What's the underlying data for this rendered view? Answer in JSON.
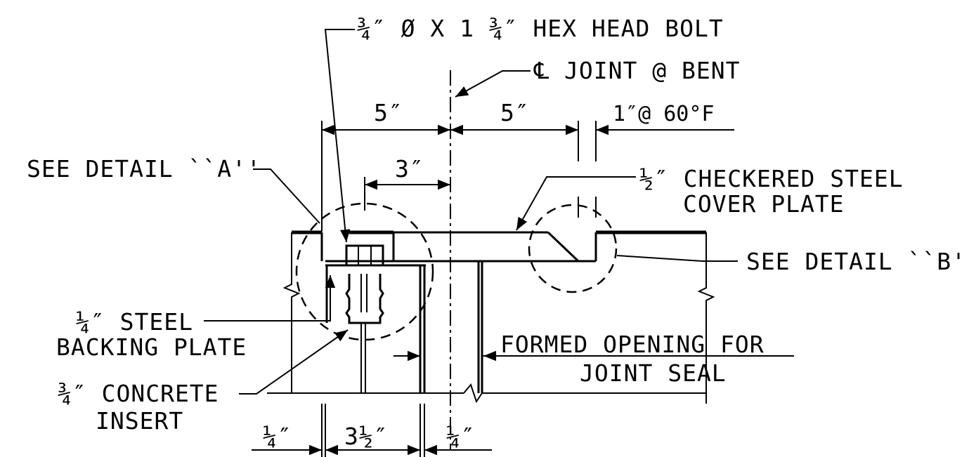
{
  "labels": {
    "hex_bolt": "¾″ Ø X 1 ¾″ HEX HEAD BOLT",
    "cl_joint": "℄ JOINT @ BENT",
    "dim_5_left": "5″",
    "dim_5_right": "5″",
    "dim_1_at_60": "1″@ 60°F",
    "dim_3": "3″",
    "see_detail_a": "SEE DETAIL ``A''",
    "checkered_line1": "½″ CHECKERED STEEL",
    "checkered_line2": "COVER PLATE",
    "see_detail_b": "SEE DETAIL ``B''",
    "steel_plate_line1": "¼″ STEEL",
    "steel_plate_line2": "BACKING PLATE",
    "formed_line1": "FORMED OPENING FOR",
    "formed_line2": "JOINT SEAL",
    "insert_line1": "¾″ CONCRETE",
    "insert_line2": "INSERT",
    "dim_quarter_left": "¼″",
    "dim_3_half": "3½″",
    "dim_quarter_right": "¼″"
  }
}
